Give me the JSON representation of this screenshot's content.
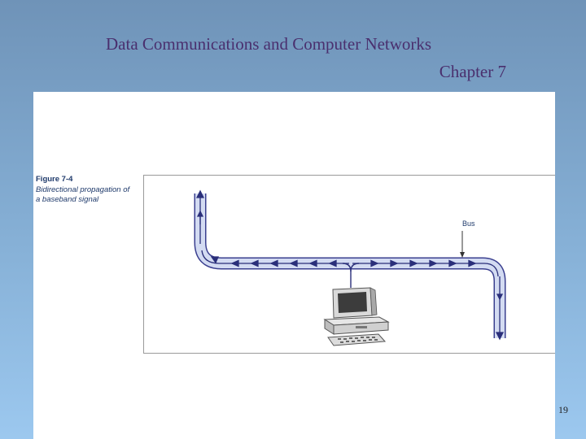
{
  "slide": {
    "title_line1": "Data Communications and Computer Networks",
    "title_line2": "Chapter 7",
    "page_number": "19"
  },
  "figure": {
    "label": "Figure 7-4",
    "caption": "Bidirectional propagation of a baseband signal",
    "bus_label": "Bus"
  },
  "colors": {
    "title": "#4a2f6e",
    "bus_fill": "#d3dbf2",
    "bus_outline": "#3a3f8f",
    "arrow": "#2a2f7a"
  }
}
